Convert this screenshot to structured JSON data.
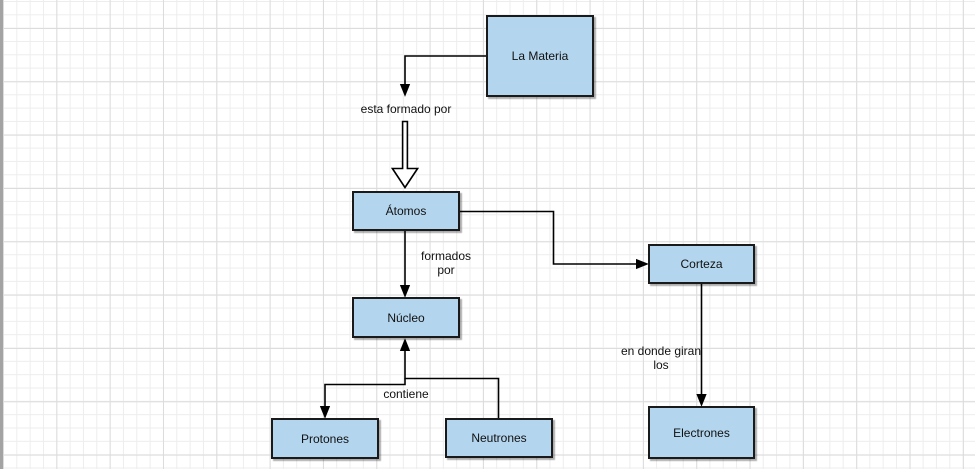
{
  "colors": {
    "node_fill": "#b3d5ee",
    "node_border": "#1a1a1a",
    "connector": "#000000",
    "grid_minor": "#ededed",
    "grid_major": "#dcdcdc"
  },
  "nodes": {
    "la_materia": "La Materia",
    "atomos": "Átomos",
    "corteza": "Corteza",
    "nucleo": "Núcleo",
    "protones": "Protones",
    "neutrones": "Neutrones",
    "electrones": "Electrones"
  },
  "edge_labels": {
    "esta_formado_por": "esta formado por",
    "formados_por": "formados\npor",
    "contiene": "contiene",
    "en_donde_giran": "en donde giran\nlos"
  }
}
